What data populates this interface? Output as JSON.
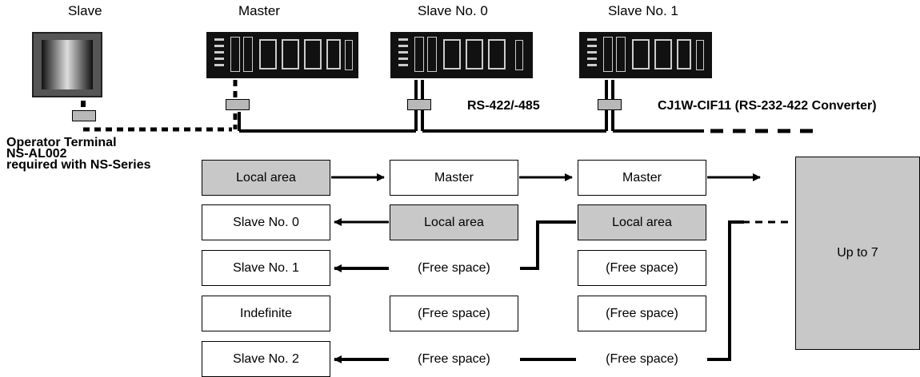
{
  "devices": {
    "slave_label": "Slave",
    "master_label": "Master",
    "slave0_label": "Slave No. 0",
    "slave1_label": "Slave No. 1"
  },
  "annotations": {
    "rs_label": "RS-422/-485",
    "converter_label": "CJ1W-CIF11 (RS-232-422 Converter)",
    "operator_line1": "Operator Terminal",
    "operator_line2": "NS-AL002",
    "operator_line3": "required with NS-Series"
  },
  "columns": {
    "master_area": [
      "Local area",
      "Slave No. 0",
      "Slave No. 1",
      "Indefinite",
      "Slave No. 2"
    ],
    "slave0_area": [
      "Master",
      "Local area",
      "(Free space)",
      "(Free space)",
      "(Free space)"
    ],
    "slave1_area": [
      "Master",
      "Local area",
      "(Free space)",
      "(Free space)",
      "(Free space)"
    ]
  },
  "up_to": "Up to 7",
  "colors": {
    "highlight": "#c8c8c8",
    "line": "#000000"
  }
}
